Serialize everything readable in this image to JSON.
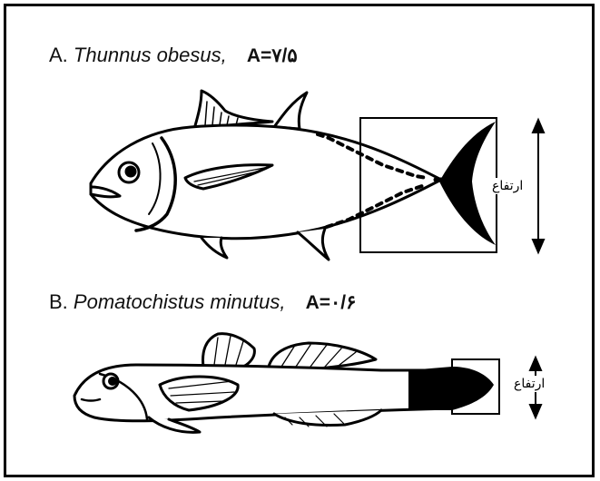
{
  "fish_a": {
    "letter": "A.",
    "species": "Thunnus obesus,",
    "aspect_ratio": "A=۷/۵",
    "height_label": "ارتفاع"
  },
  "fish_b": {
    "letter": "B.",
    "species": "Pomatochistus minutus,",
    "aspect_ratio": "A=۰/۶",
    "height_label": "ارتفاع"
  }
}
